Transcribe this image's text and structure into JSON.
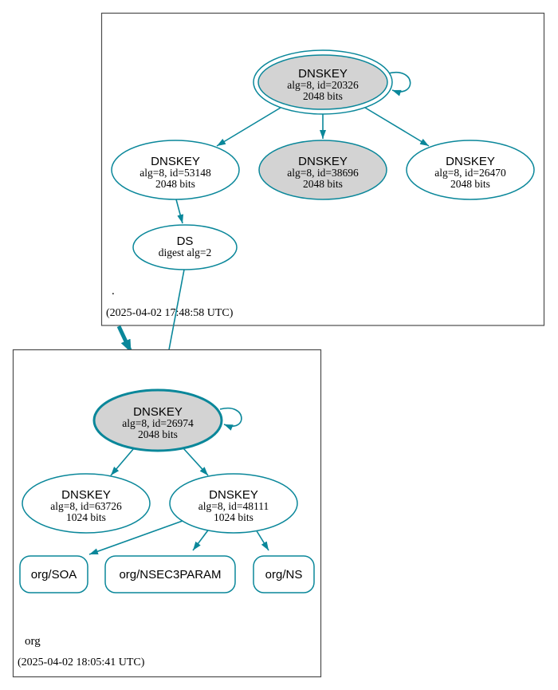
{
  "colors": {
    "edge": "#0a879a",
    "ksk_fill": "#d3d3d3",
    "node_fill": "#ffffff",
    "box_border": "#4d4d4d"
  },
  "zones": {
    "root": {
      "label": ".",
      "timestamp": "(2025-04-02 17:48:58 UTC)"
    },
    "org": {
      "label": "org",
      "timestamp": "(2025-04-02 18:05:41 UTC)"
    }
  },
  "nodes": {
    "key_20326": {
      "title": "DNSKEY",
      "detail": "alg=8, id=20326",
      "bits": "2048 bits"
    },
    "key_53148": {
      "title": "DNSKEY",
      "detail": "alg=8, id=53148",
      "bits": "2048 bits"
    },
    "key_38696": {
      "title": "DNSKEY",
      "detail": "alg=8, id=38696",
      "bits": "2048 bits"
    },
    "key_26470": {
      "title": "DNSKEY",
      "detail": "alg=8, id=26470",
      "bits": "2048 bits"
    },
    "ds": {
      "title": "DS",
      "detail": "digest alg=2"
    },
    "key_26974": {
      "title": "DNSKEY",
      "detail": "alg=8, id=26974",
      "bits": "2048 bits"
    },
    "key_63726": {
      "title": "DNSKEY",
      "detail": "alg=8, id=63726",
      "bits": "1024 bits"
    },
    "key_48111": {
      "title": "DNSKEY",
      "detail": "alg=8, id=48111",
      "bits": "1024 bits"
    },
    "rrset_soa": {
      "label": "org/SOA"
    },
    "rrset_nsec3param": {
      "label": "org/NSEC3PARAM"
    },
    "rrset_ns": {
      "label": "org/NS"
    }
  }
}
